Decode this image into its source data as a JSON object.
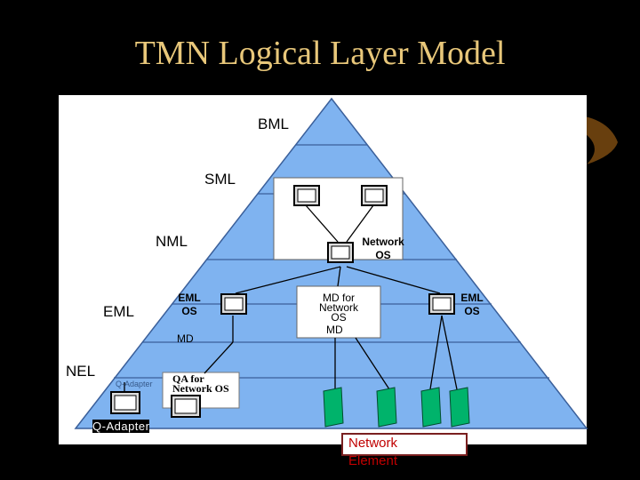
{
  "title": "TMN Logical Layer Model",
  "layers": {
    "bml": "BML",
    "sml": "SML",
    "nml": "NML",
    "eml": "EML",
    "nel": "NEL"
  },
  "boxes": {
    "network_os": "Network OS",
    "eml_os_left": "EML OS",
    "eml_os_right": "EML OS",
    "md_left": "MD",
    "md_for_network_os": "MD for Network OS",
    "md_center": "MD",
    "qa_for_network_os": "QA for Network OS",
    "q_adapter_faint": "Q-Adapter",
    "q_adapter": "Q-Adapter",
    "network_element": "Network Element"
  },
  "colors": {
    "background": "#000000",
    "title": "#e8c77a",
    "pyramid": "#7fb3f0",
    "network_element": "#00b36b",
    "network_element_label": "#c00000"
  }
}
